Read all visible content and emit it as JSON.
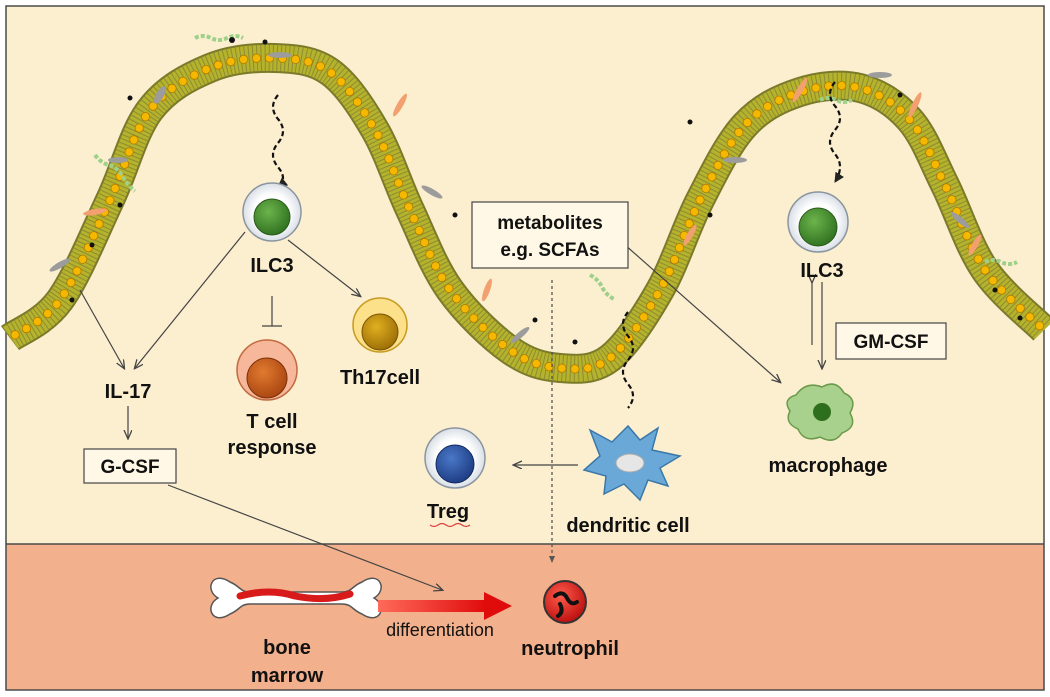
{
  "diagram": {
    "labels": {
      "ilc3_left": "ILC3",
      "ilc3_right": "ILC3",
      "th17": "Th17cell",
      "tcell_line1": "T cell",
      "tcell_line2": "response",
      "il17": "IL-17",
      "gcsf": "G-CSF",
      "metabolites_line1": "metabolites",
      "metabolites_line2": "e.g. SCFAs",
      "gmcsf": "GM-CSF",
      "macrophage": "macrophage",
      "treg": "Treg",
      "dendritic": "dendritic cell",
      "bone_line1": "bone",
      "bone_line2": "marrow",
      "differentiation": "differentiation",
      "neutrophil": "neutrophil"
    },
    "colors": {
      "lamina_propria": "#fcefd0",
      "bone_marrow_region": "#f2b08c",
      "epithelium": "#b5b22c",
      "nucleus": "#f5b800",
      "ilc3_nucleus": "#3f8a2a",
      "th17_nucleus": "#c4900a",
      "tcell_nucleus": "#c85a1c",
      "treg_nucleus": "#2a4fa0",
      "dendritic": "#6aa8d8",
      "macrophage": "#a9d18e",
      "neutrophil": "#e02020",
      "differentiation_arrow": "#ee1111"
    }
  }
}
